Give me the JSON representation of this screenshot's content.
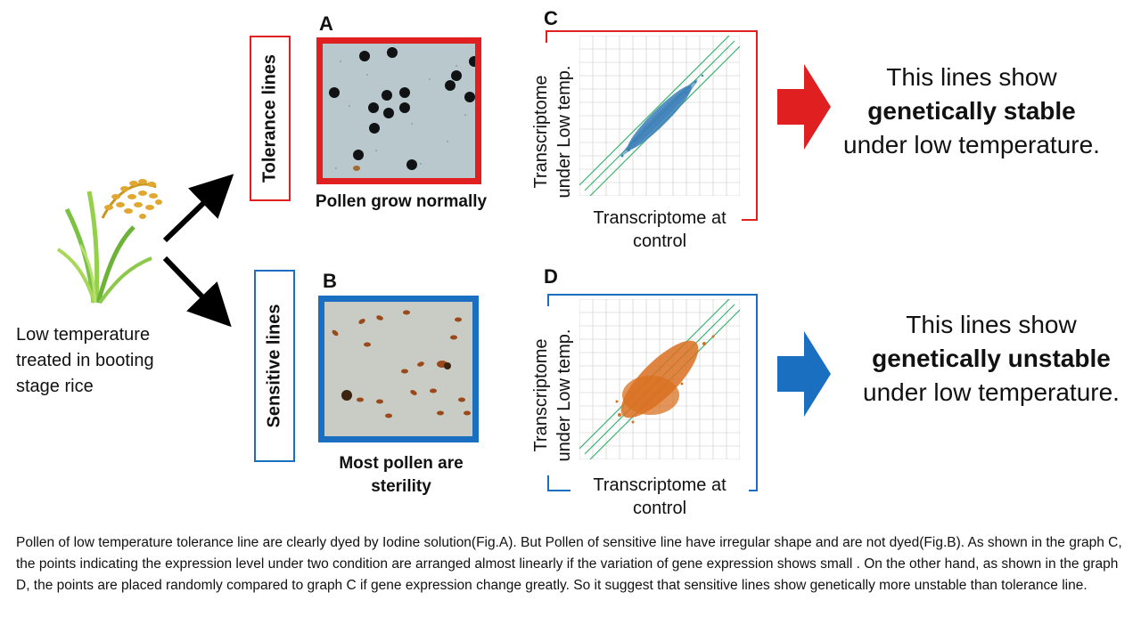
{
  "left": {
    "caption_lines": [
      "Low temperature",
      "treated in booting",
      "stage rice"
    ]
  },
  "rows": [
    {
      "row_label": "Tolerance lines",
      "photo_letter": "A",
      "photo_caption": "Pollen grow normally",
      "graph_letter": "C",
      "graph_ylabel_lines": [
        "Transcriptome",
        "under Low temp."
      ],
      "graph_xlabel_lines": [
        "Transcriptome at",
        "control"
      ],
      "conclusion_line1": "This lines show",
      "conclusion_bold": "genetically stable",
      "conclusion_line3": "under low temperature.",
      "accent_color": "#e02020",
      "point_color": "#3a7fb8"
    },
    {
      "row_label": "Sensitive lines",
      "photo_letter": "B",
      "photo_caption_lines": [
        "Most pollen are",
        "sterility"
      ],
      "graph_letter": "D",
      "graph_ylabel_lines": [
        "Transcriptome",
        "under Low temp."
      ],
      "graph_xlabel_lines": [
        "Transcriptome at",
        "control"
      ],
      "conclusion_line1": "This lines show",
      "conclusion_bold": "genetically unstable",
      "conclusion_line3": "under low temperature.",
      "accent_color": "#1a6fc0",
      "point_color": "#d97020"
    }
  ],
  "footer_text": "Pollen of low temperature tolerance line are clearly dyed by Iodine solution(Fig.A). But Pollen of sensitive line have irregular shape and are not dyed(Fig.B).  As shown in the graph C, the points indicating the expression level under two condition are arranged almost linearly if the variation of gene expression shows small . On the other hand, as shown in the graph D, the points are placed randomly compared to graph C if gene expression change greatly.  So it suggest that sensitive lines show genetically more unstable than tolerance line."
}
